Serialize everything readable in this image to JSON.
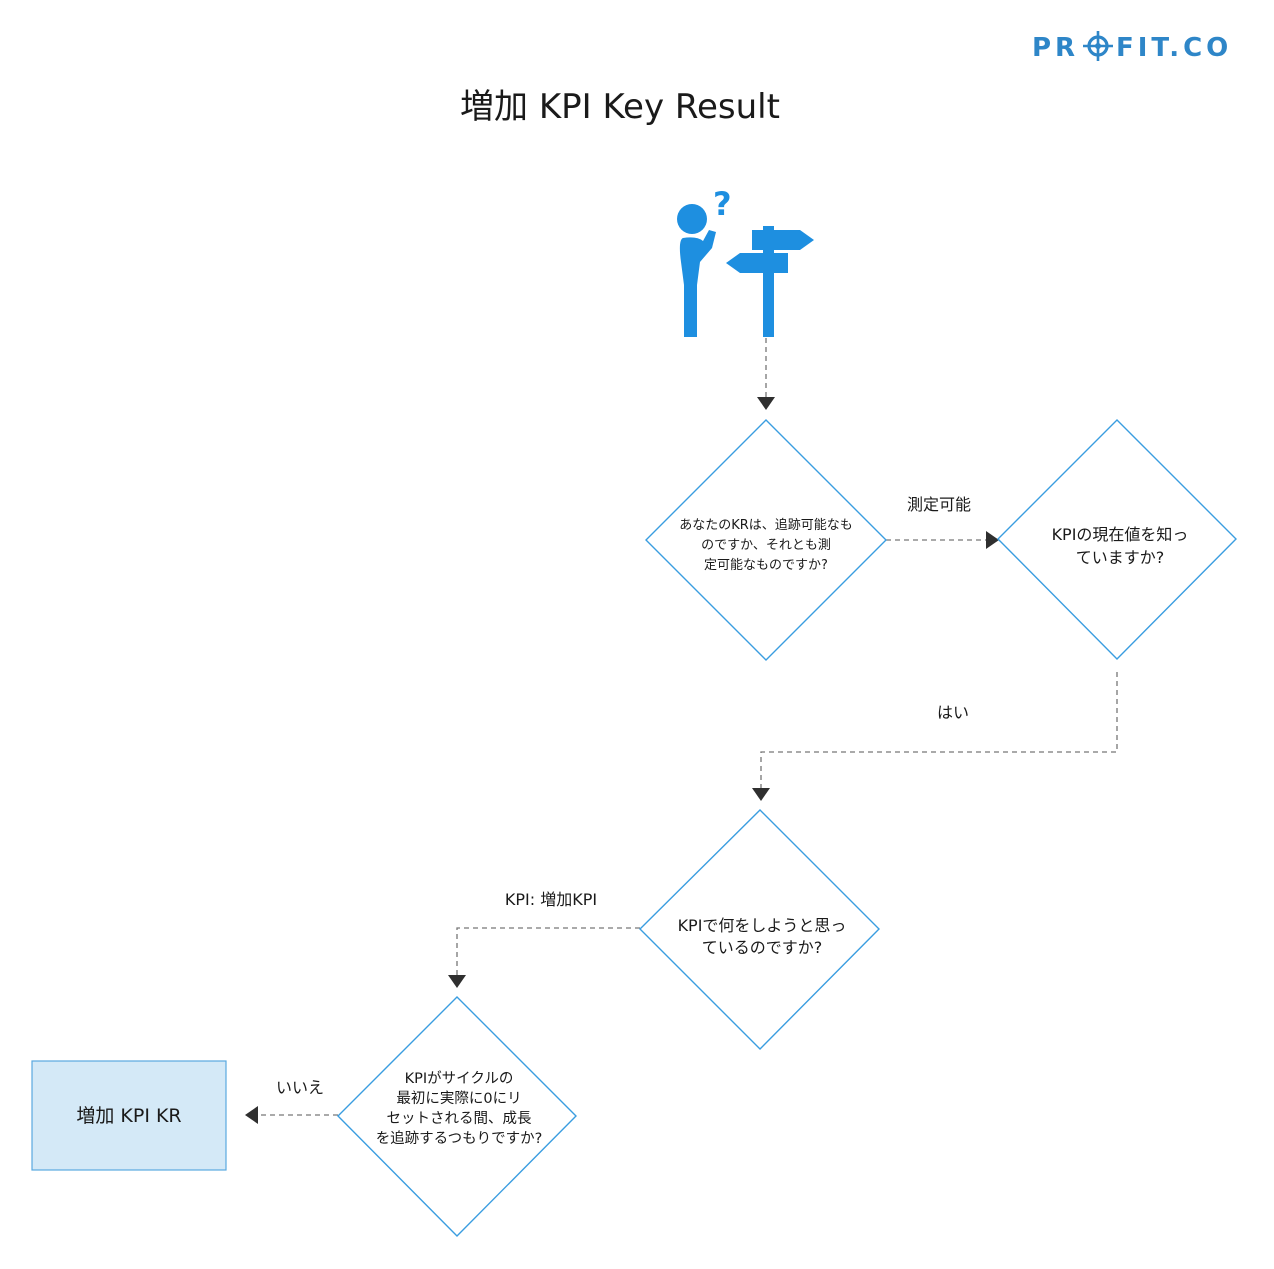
{
  "logo": {
    "text": "PROFIT.CO",
    "before": "PR",
    "after": "FIT.CO",
    "icon": "target-icon",
    "color": "#2e86c8"
  },
  "title": "増加 KPI Key Result",
  "illustration": {
    "icon": "thinking-person-signpost-icon",
    "color": "#1e8fe0"
  },
  "colors": {
    "diamond_stroke": "#3a9de0",
    "result_fill": "#d4e9f7",
    "result_stroke": "#5aa9e0"
  },
  "nodes": {
    "q1": {
      "lines": [
        "あなたのKRは、追跡可能なも",
        "のですか、それとも測",
        "定可能なものですか?"
      ]
    },
    "q2": {
      "lines": [
        "KPIの現在値を知っ",
        "ていますか?"
      ]
    },
    "q3": {
      "lines": [
        "KPIで何をしようと思っ",
        "ているのですか?"
      ]
    },
    "q4": {
      "lines": [
        "KPIがサイクルの",
        "最初に実際に0にリ",
        "セットされる間、成長",
        "を追跡するつもりですか?"
      ]
    },
    "result": {
      "label": "増加 KPI KR"
    }
  },
  "edges": {
    "q1_q2": "測定可能",
    "q2_q3": "はい",
    "q3_q4": "KPI: 増加KPI",
    "q4_result": "いいえ"
  }
}
